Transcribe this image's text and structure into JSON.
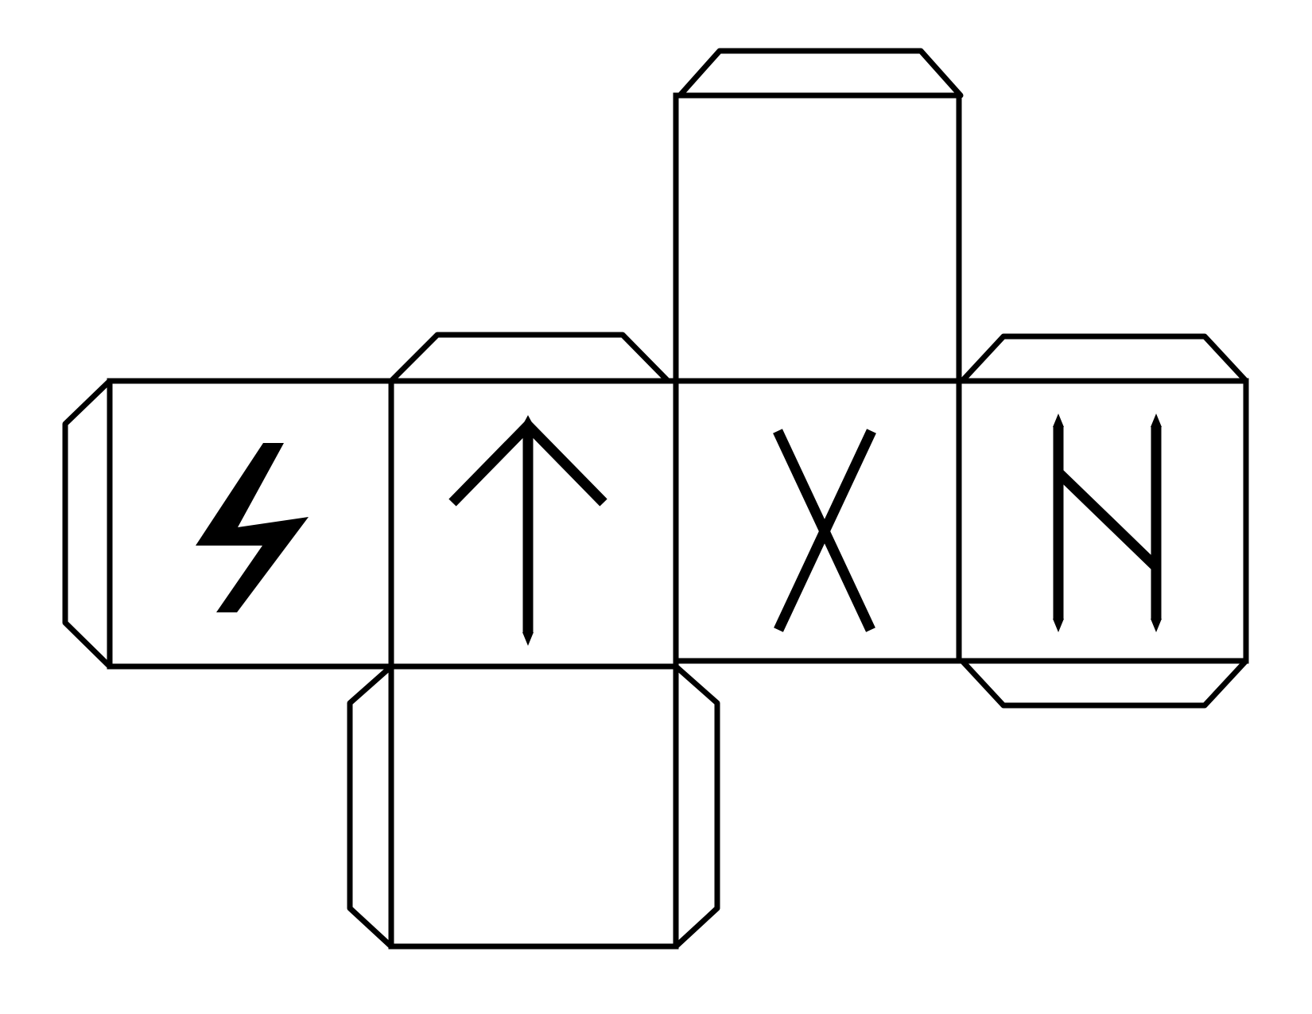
{
  "diagram": {
    "type": "cube-net",
    "colors": {
      "line": "#000000",
      "background": "#ffffff"
    },
    "faces": [
      {
        "name": "face-left",
        "symbol": "sowilo-rune-icon"
      },
      {
        "name": "face-center-left",
        "symbol": "tiwaz-rune-icon"
      },
      {
        "name": "face-center-right",
        "symbol": "gebo-rune-icon"
      },
      {
        "name": "face-right",
        "symbol": "hagalaz-rune-icon"
      },
      {
        "name": "face-top",
        "symbol": ""
      },
      {
        "name": "face-bottom",
        "symbol": ""
      }
    ]
  }
}
